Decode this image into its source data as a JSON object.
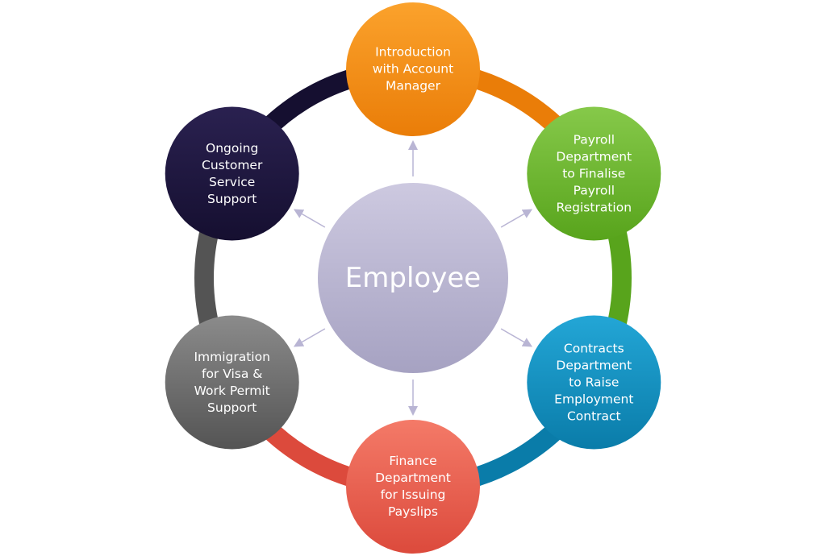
{
  "center": {
    "label": "Employee",
    "color_top": "#cdc9e0",
    "color_bottom": "#a6a2c2"
  },
  "arrow_color": "#b9b5d4",
  "nodes": [
    {
      "lines": [
        "Introduction",
        "with Account",
        "Manager"
      ],
      "color_top": "#fba22c",
      "color_bottom": "#ea7d08"
    },
    {
      "lines": [
        "Payroll",
        "Department",
        "to Finalise",
        "Payroll",
        "Registration"
      ],
      "color_top": "#86c94a",
      "color_bottom": "#58a41c"
    },
    {
      "lines": [
        "Contracts",
        "Department",
        "to Raise",
        "Employment",
        "Contract"
      ],
      "color_top": "#23a6d6",
      "color_bottom": "#0a7ca9"
    },
    {
      "lines": [
        "Finance",
        "Department",
        "for Issuing",
        "Payslips"
      ],
      "color_top": "#f47a68",
      "color_bottom": "#dc4a3c"
    },
    {
      "lines": [
        "Immigration",
        "for Visa &",
        "Work Permit",
        "Support"
      ],
      "color_top": "#8b8b8b",
      "color_bottom": "#545454"
    },
    {
      "lines": [
        "Ongoing",
        "Customer",
        "Service",
        "Support"
      ],
      "color_top": "#2a2150",
      "color_bottom": "#150f30"
    }
  ]
}
